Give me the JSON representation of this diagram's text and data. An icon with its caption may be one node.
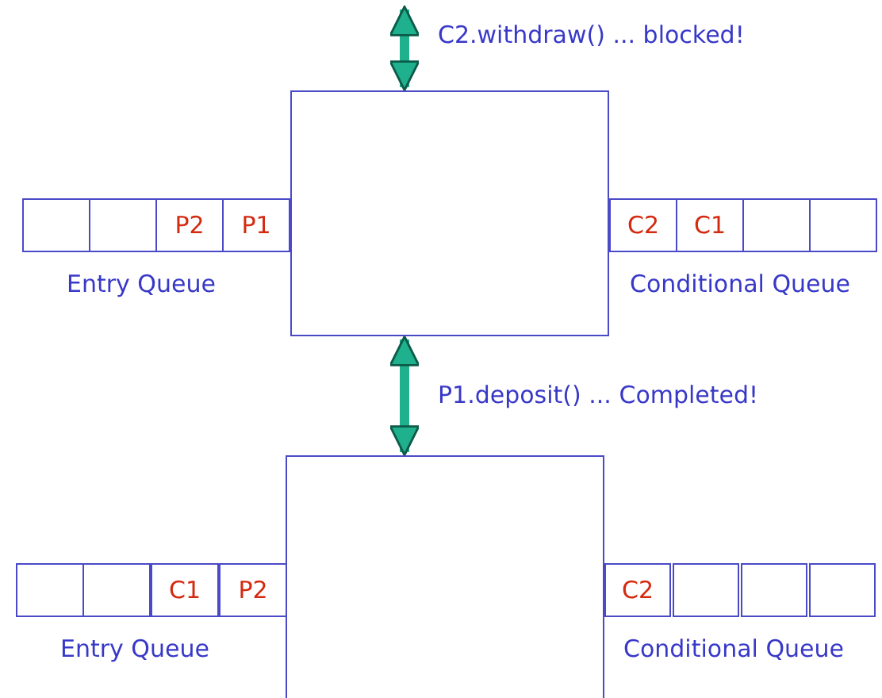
{
  "diagram": {
    "nodes": [
      {
        "text": [],
        "shape": "box"
      },
      {
        "text": [],
        "shape": "box"
      },
      {
        "text": [],
        "shape": "box"
      },
      {
        "text": [
          "P2"
        ]
      },
      {
        "text": [
          "P1"
        ]
      },
      {
        "text": [
          "C2"
        ]
      },
      {
        "text": [
          "C1"
        ]
      },
      {
        "text": [],
        "shape": "box"
      },
      {
        "text": [],
        "shape": "box"
      },
      {
        "text": [],
        "shape": "box"
      },
      {
        "text": [],
        "shape": "box"
      },
      {
        "text": [],
        "shape": "box"
      },
      {
        "text": [
          "C1"
        ]
      },
      {
        "text": [
          "P2"
        ]
      },
      {
        "text": [
          "C2"
        ]
      },
      {
        "text": [],
        "shape": "box"
      },
      {
        "text": [],
        "shape": "box"
      },
      {
        "text": [],
        "shape": "box"
      }
    ],
    "edges": [
      {
        "from": null,
        "to": 0,
        "arrow": "both",
        "label": "C2.withdraw() ... blocked!"
      },
      {
        "from": 0,
        "to": 9,
        "arrow": "both",
        "label": "P1.deposit() ... Completed!"
      }
    ],
    "labels": [
      "Entry Queue",
      "Conditional Queue",
      "Entry Queue",
      "Conditional Queue"
    ]
  }
}
